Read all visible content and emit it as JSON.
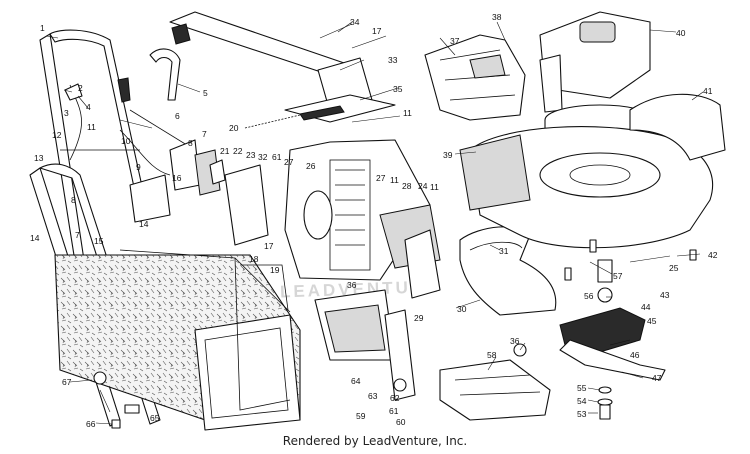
{
  "credit": "Rendered by LeadVenture, Inc.",
  "watermark": "LEADVENTURE",
  "callouts": [
    "1",
    "2",
    "3",
    "4",
    "5",
    "6",
    "7",
    "8",
    "9",
    "10",
    "11",
    "12",
    "13",
    "14",
    "15",
    "16",
    "17",
    "18",
    "19",
    "20",
    "21",
    "22",
    "23",
    "24",
    "25",
    "26",
    "27",
    "28",
    "29",
    "30",
    "31",
    "32",
    "33",
    "34",
    "35",
    "36",
    "37",
    "38",
    "39",
    "40",
    "41",
    "42",
    "43",
    "44",
    "45",
    "46",
    "47",
    "53",
    "54",
    "55",
    "56",
    "57",
    "58",
    "59",
    "60",
    "61",
    "62",
    "63",
    "64",
    "65",
    "66",
    "67"
  ],
  "colors": {
    "line": "#111111",
    "background": "#ffffff",
    "watermark": "#d6d6d6"
  }
}
